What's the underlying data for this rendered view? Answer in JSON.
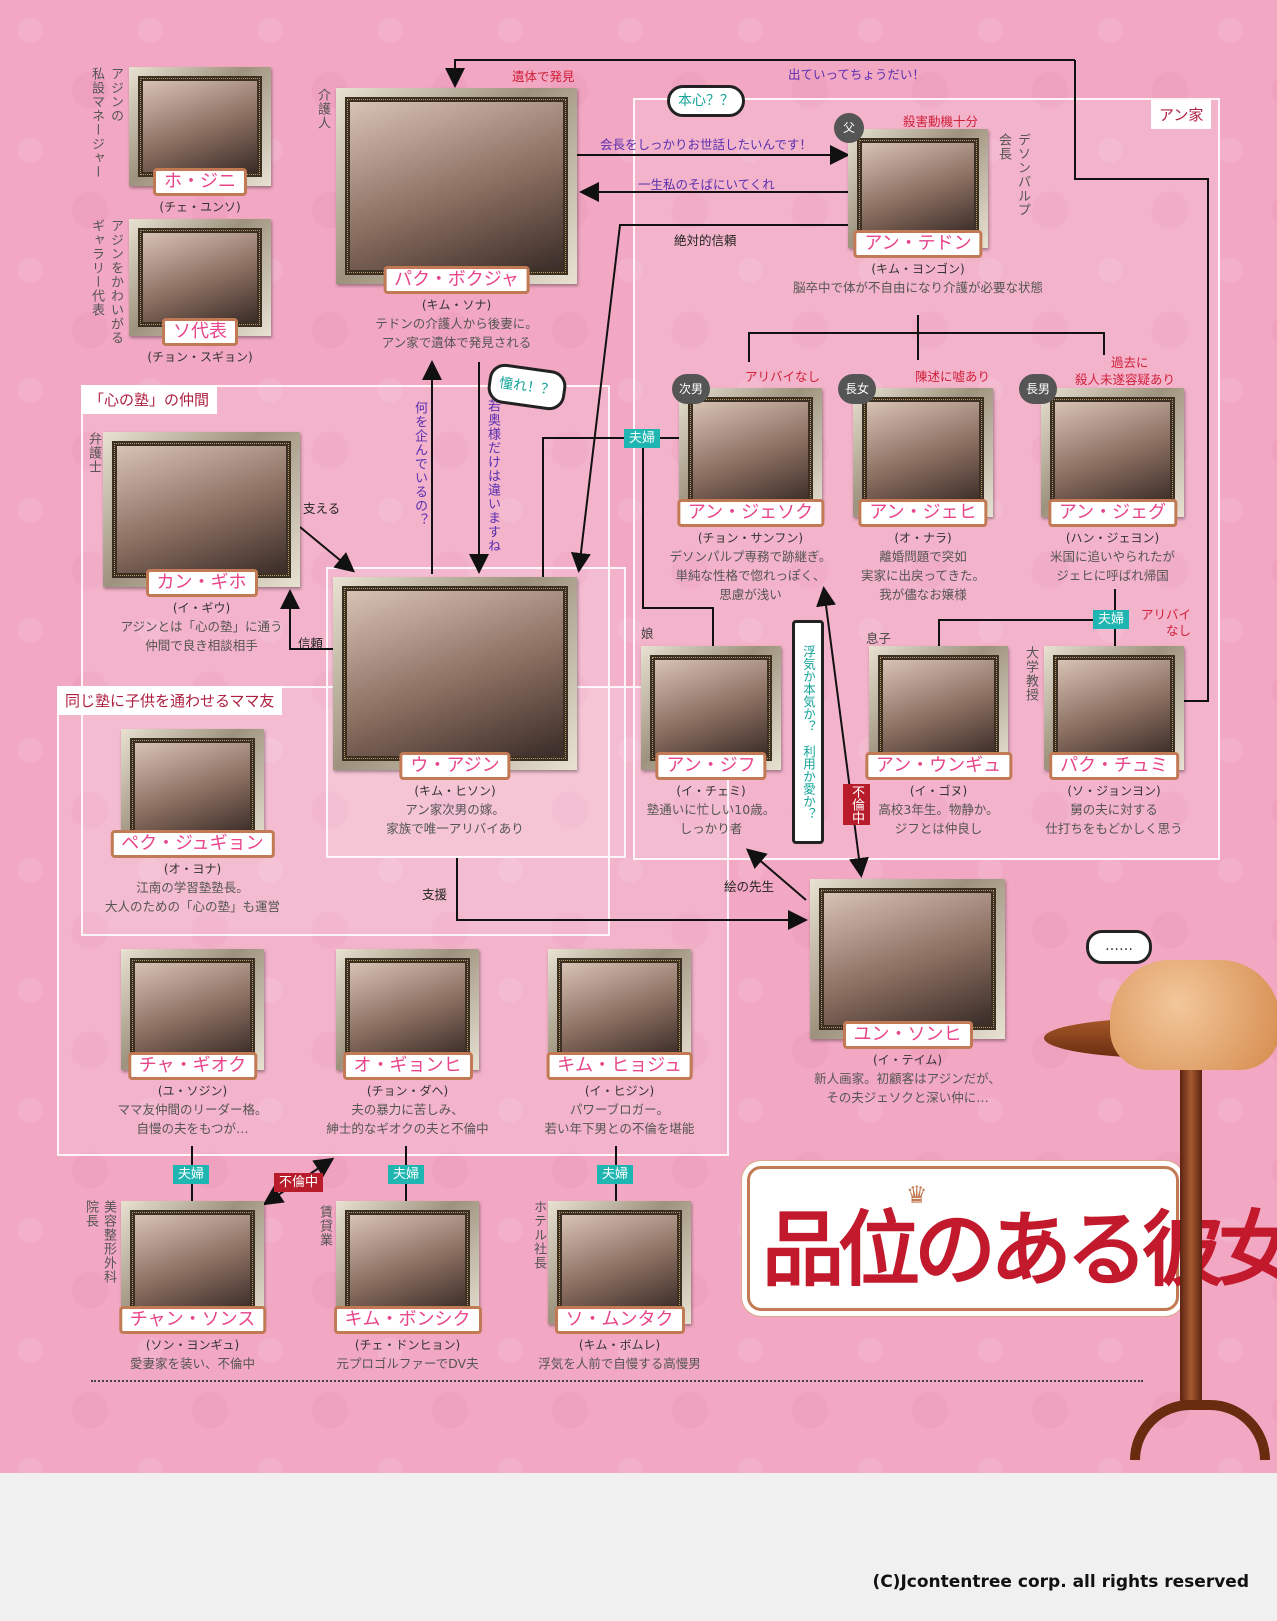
{
  "groups": {
    "an_family": "アン家",
    "kokoro": "「心の塾」の仲間",
    "mama": "同じ塾に子供を通わせるママ友"
  },
  "characters": [
    {
      "id": "hojini",
      "name": "ホ・ジニ",
      "actor": "(チェ・ユンソ)",
      "desc": []
    },
    {
      "id": "soyhyo",
      "name": "ソ代表",
      "actor": "(チョン・スギョン)",
      "desc": []
    },
    {
      "id": "bokja",
      "name": "パク・ボクジャ",
      "actor": "(キム・ソナ)",
      "desc": [
        "テドンの介護人から後妻に。",
        "アン家で遺体で発見される"
      ]
    },
    {
      "id": "tedon",
      "name": "アン・テドン",
      "actor": "(キム・ヨンゴン)",
      "desc": [
        "脳卒中で体が不自由になり介護が必要な状態"
      ]
    },
    {
      "id": "jeseok",
      "name": "アン・ジェソク",
      "actor": "(チョン・サンフン)",
      "desc": [
        "デソンパルプ専務で跡継ぎ。",
        "単純な性格で惚れっぽく、",
        "思慮が浅い"
      ]
    },
    {
      "id": "jehee",
      "name": "アン・ジェヒ",
      "actor": "(オ・ナラ)",
      "desc": [
        "離婚問題で突如",
        "実家に出戻ってきた。",
        "我が儘なお嬢様"
      ]
    },
    {
      "id": "jegu",
      "name": "アン・ジェグ",
      "actor": "(ハン・ジェヨン)",
      "desc": [
        "米国に追いやられたが",
        "ジェヒに呼ばれ帰国"
      ]
    },
    {
      "id": "giho",
      "name": "カン・ギホ",
      "actor": "(イ・ギウ)",
      "desc": [
        "アジンとは「心の塾」に通う",
        "仲間で良き相談相手"
      ]
    },
    {
      "id": "ajin",
      "name": "ウ・アジン",
      "actor": "(キム・ヒソン)",
      "desc": [
        "アン家次男の嫁。",
        "家族で唯一アリバイあり"
      ]
    },
    {
      "id": "jihu",
      "name": "アン・ジフ",
      "actor": "(イ・チェミ)",
      "desc": [
        "塾通いに忙しい10歳。",
        "しっかり者"
      ]
    },
    {
      "id": "ungyu",
      "name": "アン・ウンギュ",
      "actor": "(イ・ゴヌ)",
      "desc": [
        "高校3年生。物静か。",
        "ジフとは仲良し"
      ]
    },
    {
      "id": "chumi",
      "name": "パク・チュミ",
      "actor": "(ソ・ジョンヨン)",
      "desc": [
        "舅の夫に対する",
        "仕打ちをもどかしく思う"
      ]
    },
    {
      "id": "jugyeong",
      "name": "ペク・ジュギョン",
      "actor": "(オ・ヨナ)",
      "desc": [
        "江南の学習塾塾長。",
        "大人のための「心の塾」も運営"
      ]
    },
    {
      "id": "sonhee",
      "name": "ユン・ソンヒ",
      "actor": "(イ・テイム)",
      "desc": [
        "新人画家。初顧客はアジンだが、",
        "その夫ジェソクと深い仲に…"
      ]
    },
    {
      "id": "giok",
      "name": "チャ・ギオク",
      "actor": "(ユ・ソジン)",
      "desc": [
        "ママ友仲間のリーダー格。",
        "自慢の夫をもつが…"
      ]
    },
    {
      "id": "gyeonghee",
      "name": "オ・ギョンヒ",
      "actor": "(チョン・ダヘ)",
      "desc": [
        "夫の暴力に苦しみ、",
        "紳士的なギオクの夫と不倫中"
      ]
    },
    {
      "id": "hyoju",
      "name": "キム・ヒョジュ",
      "actor": "(イ・ヒジン)",
      "desc": [
        "パワーブロガー。",
        "若い年下男との不倫を堪能"
      ]
    },
    {
      "id": "sonsu",
      "name": "チャン・ソンス",
      "actor": "(ソン・ヨンギュ)",
      "desc": [
        "愛妻家を装い、不倫中"
      ]
    },
    {
      "id": "bonsik",
      "name": "キム・ボンシク",
      "actor": "(チェ・ドンヒョン)",
      "desc": [
        "元プロゴルファーでDV夫"
      ]
    },
    {
      "id": "muntak",
      "name": "ソ・ムンタク",
      "actor": "(キム・ボムレ)",
      "desc": [
        "浮気を人前で自慢する高慢男"
      ]
    }
  ],
  "roles": {
    "hojini_a": "アジンの",
    "hojini_b": "私設マネージャー",
    "soy_a": "アジンをかわいがる",
    "soy_b": "ギャラリー代表",
    "bokja": "介護人",
    "tedon_a": "会長",
    "tedon_b": "デソンパルプ",
    "giho": "弁護士",
    "chumi": "大学教授",
    "sonsu_a": "美容整形外科",
    "sonsu_b": "院長",
    "bonsik": "賃貸業",
    "muntak": "ホテル社長"
  },
  "badges": {
    "father": "父",
    "second_son": "次男",
    "eldest_daughter": "長女",
    "eldest_son": "長男",
    "daughter": "娘",
    "son": "息子",
    "couple": "夫婦",
    "affair": "不倫中"
  },
  "relations": {
    "found_body": "遺体で発見",
    "get_out": "出ていってちょうだい！",
    "take_care": "会長をしっかりお世話したいんです！",
    "stay": "一生私のそばにいてくれ",
    "trust_abs": "絶対的信頼",
    "motive": "殺害動機十分",
    "alibi_none": "アリバイなし",
    "lie": "陳述に嘘あり",
    "past_1": "過去に",
    "past_2": "殺人未遂容疑あり",
    "scheming": "何を企んでいるの？",
    "young_wife": "若奥様だけは違いますね",
    "support": "支える",
    "trust": "信頼",
    "aid": "支援",
    "art_teacher": "絵の先生",
    "alibi_none_1": "アリバイ",
    "alibi_none_2": "なし"
  },
  "bubbles": {
    "honshin": "本心？？",
    "akogare": "憧れ！？",
    "uwaki": "浮気か本気か？　利用か愛か？",
    "cat": "……"
  },
  "logo": "品位のある彼女",
  "copyright": "(C)Jcontentree corp. all rights reserved"
}
